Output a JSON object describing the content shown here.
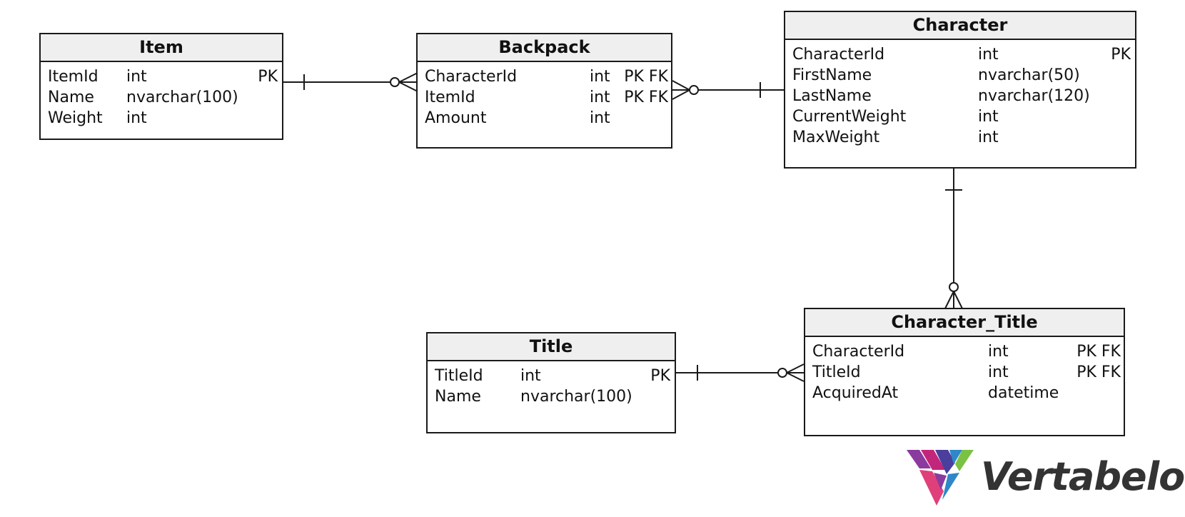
{
  "entities": {
    "item": {
      "name": "Item",
      "columns": [
        {
          "name": "ItemId",
          "type": "int",
          "key": "PK"
        },
        {
          "name": "Name",
          "type": "nvarchar(100)",
          "key": ""
        },
        {
          "name": "Weight",
          "type": "int",
          "key": ""
        }
      ]
    },
    "backpack": {
      "name": "Backpack",
      "columns": [
        {
          "name": "CharacterId",
          "type": "int",
          "key": "PK FK"
        },
        {
          "name": "ItemId",
          "type": "int",
          "key": "PK FK"
        },
        {
          "name": "Amount",
          "type": "int",
          "key": ""
        }
      ]
    },
    "character": {
      "name": "Character",
      "columns": [
        {
          "name": "CharacterId",
          "type": "int",
          "key": "PK"
        },
        {
          "name": "FirstName",
          "type": "nvarchar(50)",
          "key": ""
        },
        {
          "name": "LastName",
          "type": "nvarchar(120)",
          "key": ""
        },
        {
          "name": "CurrentWeight",
          "type": "int",
          "key": ""
        },
        {
          "name": "MaxWeight",
          "type": "int",
          "key": ""
        }
      ]
    },
    "title": {
      "name": "Title",
      "columns": [
        {
          "name": "TitleId",
          "type": "int",
          "key": "PK"
        },
        {
          "name": "Name",
          "type": "nvarchar(100)",
          "key": ""
        }
      ]
    },
    "character_title": {
      "name": "Character_Title",
      "columns": [
        {
          "name": "CharacterId",
          "type": "int",
          "key": "PK FK"
        },
        {
          "name": "TitleId",
          "type": "int",
          "key": "PK FK"
        },
        {
          "name": "AcquiredAt",
          "type": "datetime",
          "key": ""
        }
      ]
    }
  },
  "relationships": [
    {
      "from": "Item",
      "to": "Backpack",
      "from_end": "one",
      "to_end": "zero-or-many"
    },
    {
      "from": "Character",
      "to": "Backpack",
      "from_end": "one",
      "to_end": "zero-or-many"
    },
    {
      "from": "Character",
      "to": "Character_Title",
      "from_end": "one",
      "to_end": "zero-or-many"
    },
    {
      "from": "Title",
      "to": "Character_Title",
      "from_end": "one",
      "to_end": "zero-or-many"
    }
  ],
  "logo": {
    "text": "Vertabelo",
    "colors": [
      "#8b3a9e",
      "#c2267a",
      "#4a3f9c",
      "#2f87c8",
      "#7bc142",
      "#e0407a"
    ]
  }
}
